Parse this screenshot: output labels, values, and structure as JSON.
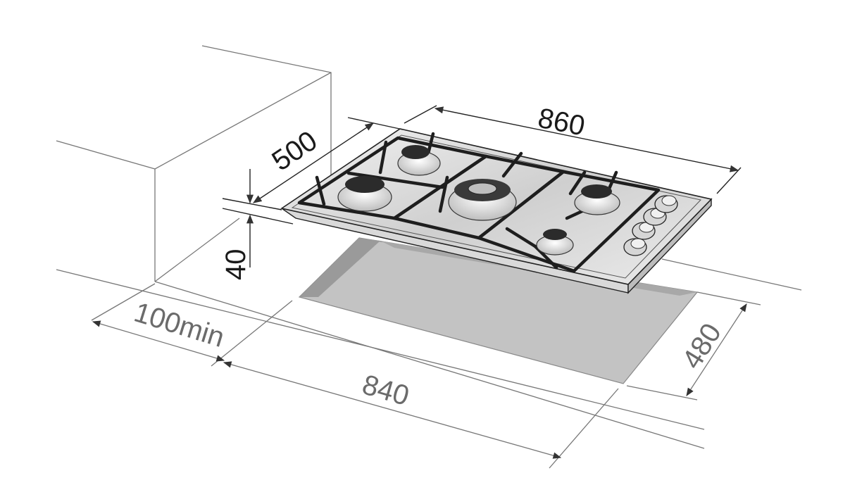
{
  "dimensions": {
    "hob_width": "860",
    "hob_depth": "500",
    "hob_height": "40",
    "cutout_width": "840",
    "cutout_depth": "480",
    "min_clearance": "100min"
  },
  "colors": {
    "line_light": "#777777",
    "line_dark": "#222222",
    "text_dark": "#1a1a1a",
    "text_grey": "#6b6b6b",
    "cutout_fill": "#c3c3c3",
    "steel_fill": "#e4e4e4"
  }
}
